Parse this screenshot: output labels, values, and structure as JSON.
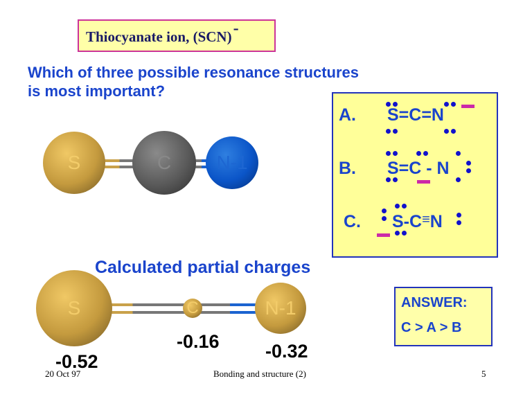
{
  "title": {
    "text": "Thiocyanate ion, (SCN)",
    "superscript": "-"
  },
  "question": {
    "line1": "Which of three possible resonance structures",
    "line2": "is most important?"
  },
  "molecule_top": {
    "atoms": [
      "S",
      "C",
      "N-1"
    ]
  },
  "options": [
    {
      "label": "A.",
      "formula": "S=C=N"
    },
    {
      "label": "B.",
      "formula": "S=C - N"
    },
    {
      "label": "C.",
      "formula": "S-C",
      "triple": "≡",
      "end": "N"
    }
  ],
  "partial_charges": {
    "heading": "Calculated partial charges",
    "atoms": [
      "S",
      "C",
      "N-1"
    ],
    "values": [
      "-0.52",
      "-0.16",
      "-0.32"
    ]
  },
  "answer": {
    "label": "ANSWER:",
    "value": "C > A > B"
  },
  "footer": {
    "date": "20 Oct 97",
    "title": "Bonding and structure (2)",
    "page": "5"
  },
  "colors": {
    "text_blue": "#1a44cc",
    "charge_magenta": "#cc2aa8",
    "box_yellow": "#ffff99",
    "border_blue": "#2233bb",
    "title_border": "#cc3399"
  }
}
